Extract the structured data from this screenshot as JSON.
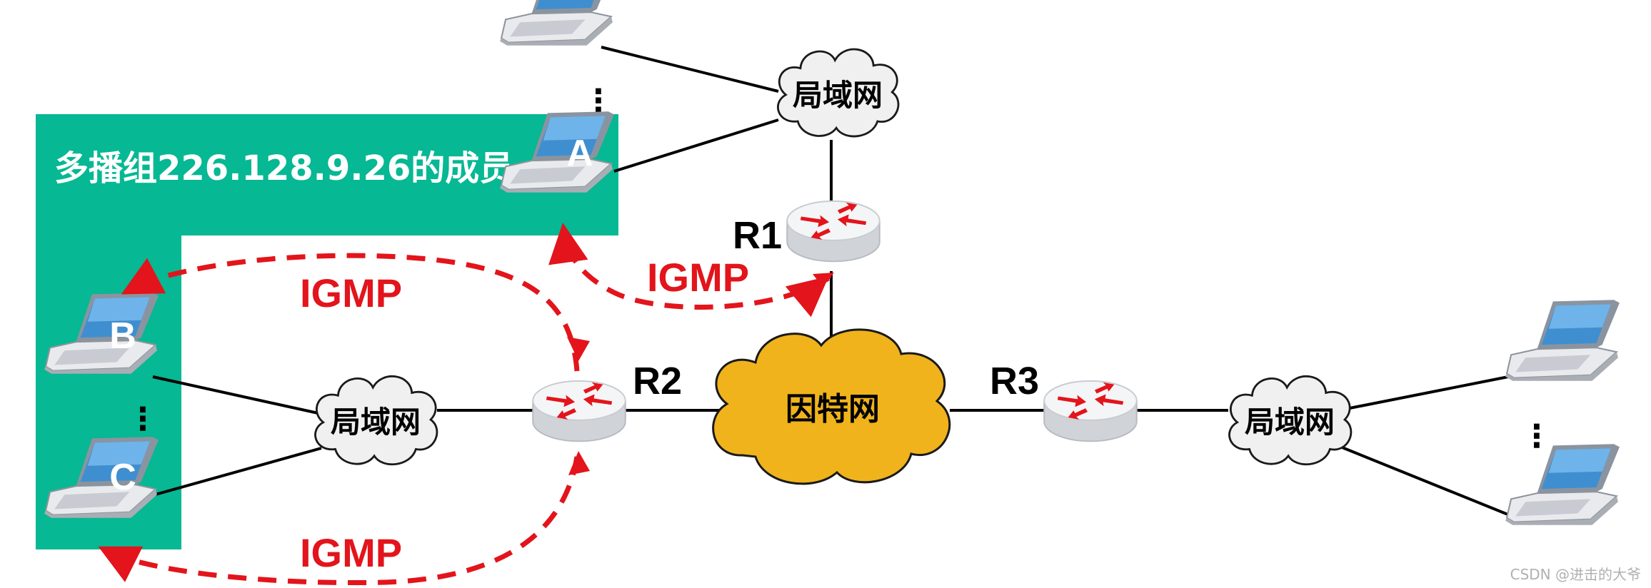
{
  "group_label": "多播组226.128.9.26的成员",
  "internet_label": "因特网",
  "lan_label": "局域网",
  "routers": {
    "r1": "R1",
    "r2": "R2",
    "r3": "R3"
  },
  "hosts": {
    "a": "A",
    "b": "B",
    "c": "C"
  },
  "ellipsis": "⋮",
  "igmp_label": "IGMP",
  "watermark": "CSDN @进击的大爷",
  "colors": {
    "group_area": "#06b893",
    "internet_cloud": "#f0b31c",
    "igmp": "#e3141b",
    "line": "#000000"
  }
}
